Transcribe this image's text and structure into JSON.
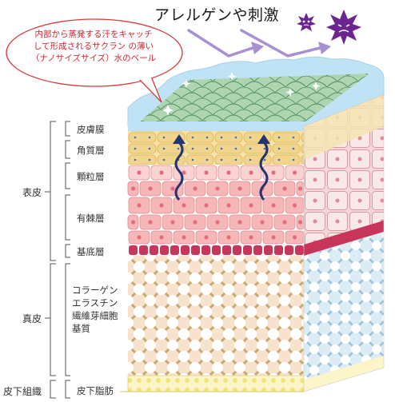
{
  "title": "アレルゲンや刺激",
  "callout": {
    "lines": [
      "内部から蒸発する汗をキャッチ",
      "して形成されるサクラン の薄い",
      "（ナノサイズサイズ）水のベール"
    ]
  },
  "layers": {
    "epidermis_group": "表皮",
    "dermis_group": "真皮",
    "subcutaneous_group": "皮下組織",
    "stratum_layers": [
      "皮膚膜",
      "角質層",
      "顆粒層",
      "有棘層",
      "基底層"
    ],
    "dermis_components": [
      "コラーゲン",
      "エラスチン",
      "繊維芽細胞",
      "基質"
    ],
    "subcutaneous_fat": "皮下脂肪"
  },
  "colors": {
    "veil": "#bfe3f4",
    "net": "#4f8f6a",
    "horny": "#f2d58c",
    "cell_fill": "#f6b7b8",
    "cell_border": "#e08b91",
    "basal": "#c8355a",
    "dermis_bg": "#f6e2cd",
    "allergen": "#6a2590",
    "arrow_purple": "#a98fd3",
    "wave_arrow": "#25336f",
    "callout_border": "#d93b3b"
  },
  "icons": [
    "allergen-small-icon",
    "allergen-large-icon"
  ]
}
